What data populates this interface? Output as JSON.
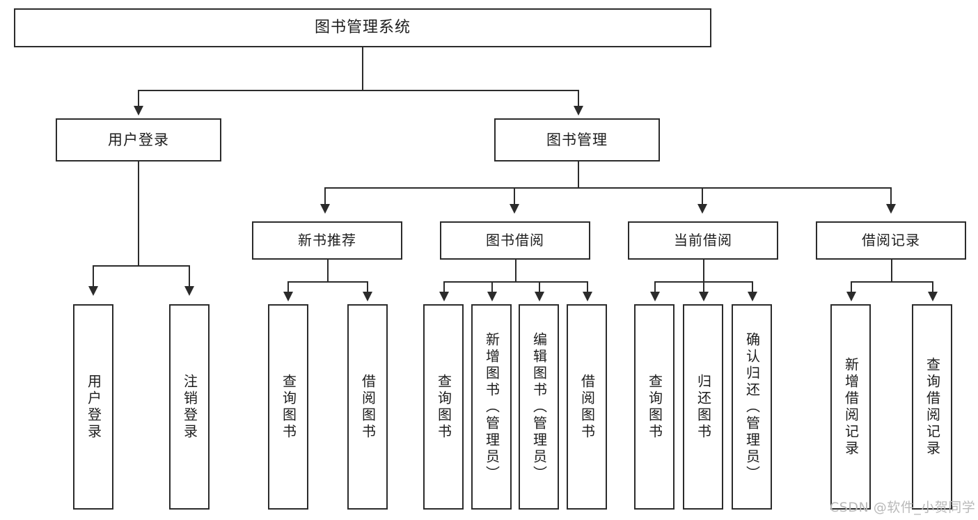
{
  "diagram": {
    "type": "tree-hierarchy-chart",
    "title": "图书管理系统",
    "root": {
      "label": "图书管理系统"
    },
    "level2": [
      {
        "label": "用户登录"
      },
      {
        "label": "图书管理"
      }
    ],
    "level3": [
      {
        "label": "新书推荐"
      },
      {
        "label": "图书借阅"
      },
      {
        "label": "当前借阅"
      },
      {
        "label": "借阅记录"
      }
    ],
    "leaves": {
      "user_login": [
        {
          "label": "用户登录"
        },
        {
          "label": "注销登录"
        }
      ],
      "new_book_recommend": [
        {
          "label": "查询图书"
        },
        {
          "label": "借阅图书"
        }
      ],
      "book_borrow": [
        {
          "label": "查询图书"
        },
        {
          "label": "新增图书（管理员）"
        },
        {
          "label": "编辑图书（管理员）"
        },
        {
          "label": "借阅图书"
        }
      ],
      "current_borrow": [
        {
          "label": "查询图书"
        },
        {
          "label": "归还图书"
        },
        {
          "label": "确认归还（管理员）"
        }
      ],
      "borrow_record": [
        {
          "label": "新增借阅记录"
        },
        {
          "label": "查询借阅记录"
        }
      ]
    },
    "watermark": "CSDN @软件_小贺同学",
    "colors": {
      "stroke": "#2b2b2b",
      "fill": "#ffffff",
      "text": "#1d1d1d",
      "watermark": "#b9b9b9"
    }
  }
}
